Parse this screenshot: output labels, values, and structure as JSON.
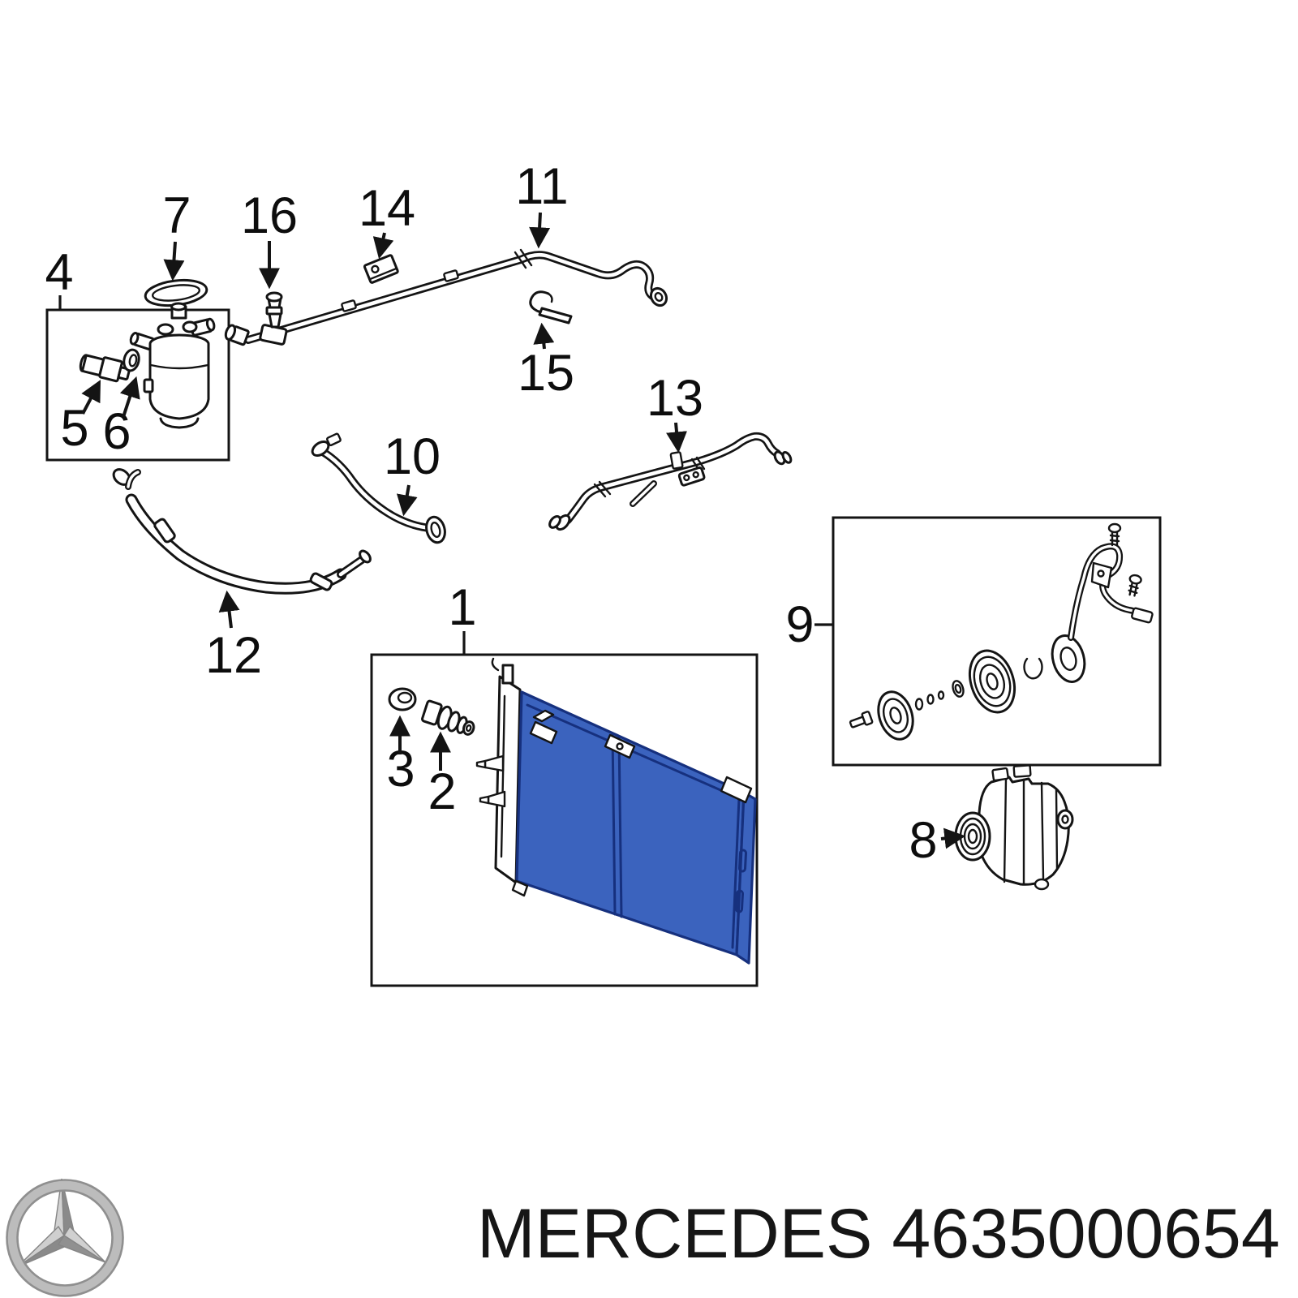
{
  "image": {
    "kind": "exploded-parts-diagram",
    "background": "#ffffff",
    "line_color": "#141414",
    "highlight_fill": "#3b63be",
    "highlight_line": "#16307e",
    "logo_silver": "#b5b5b5"
  },
  "diagram": {
    "highlighted_callout": "1",
    "callouts": [
      {
        "label": "1"
      },
      {
        "label": "2"
      },
      {
        "label": "3"
      },
      {
        "label": "4"
      },
      {
        "label": "5"
      },
      {
        "label": "6"
      },
      {
        "label": "7"
      },
      {
        "label": "8"
      },
      {
        "label": "9"
      },
      {
        "label": "10"
      },
      {
        "label": "11"
      },
      {
        "label": "12"
      },
      {
        "label": "13"
      },
      {
        "label": "14"
      },
      {
        "label": "15"
      },
      {
        "label": "16"
      }
    ]
  },
  "footer": {
    "logo_icon": "mercedes-star-icon",
    "brand": "MERCEDES",
    "part_number": "4635000654"
  }
}
